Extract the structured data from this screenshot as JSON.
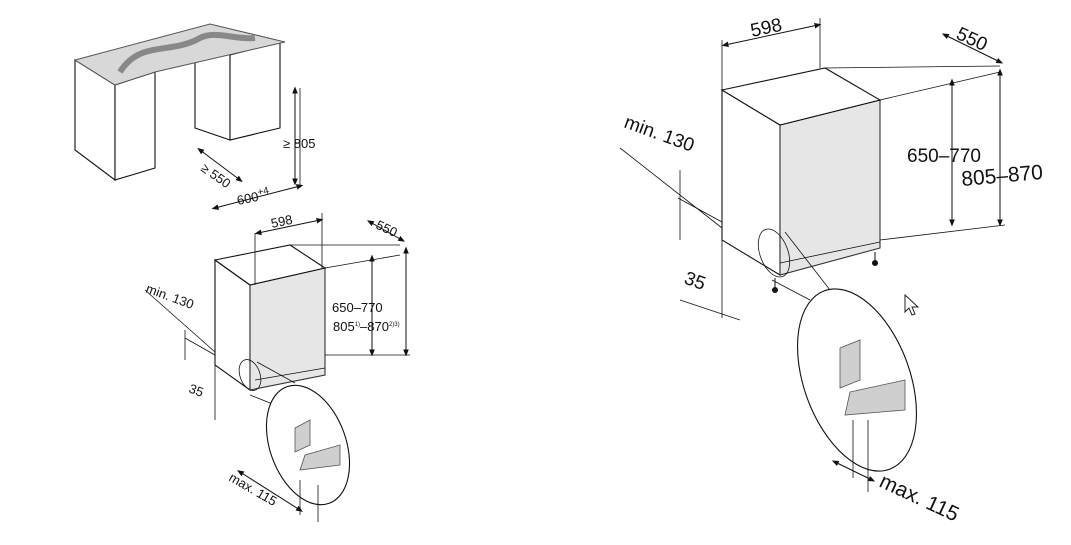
{
  "niche": {
    "min_depth": "≥ 550",
    "min_height": "≥ 805",
    "width": "600",
    "width_tolerance": "+4"
  },
  "small_appliance": {
    "width": "598",
    "depth": "550",
    "door_height": "650–770",
    "height_min": "805",
    "height_min_note": "1)",
    "height_max": "–870",
    "height_max_note": "2)3)",
    "min_gap": "min. 130",
    "foot": "35",
    "max_plinth": "max. 115"
  },
  "large_appliance": {
    "width": "598",
    "depth": "550",
    "door_height": "650–770",
    "height": "805–870",
    "min_gap": "min. 130",
    "foot": "35",
    "max_plinth": "max. 115"
  },
  "cursor": {
    "icon": "arrow-cursor-icon"
  }
}
